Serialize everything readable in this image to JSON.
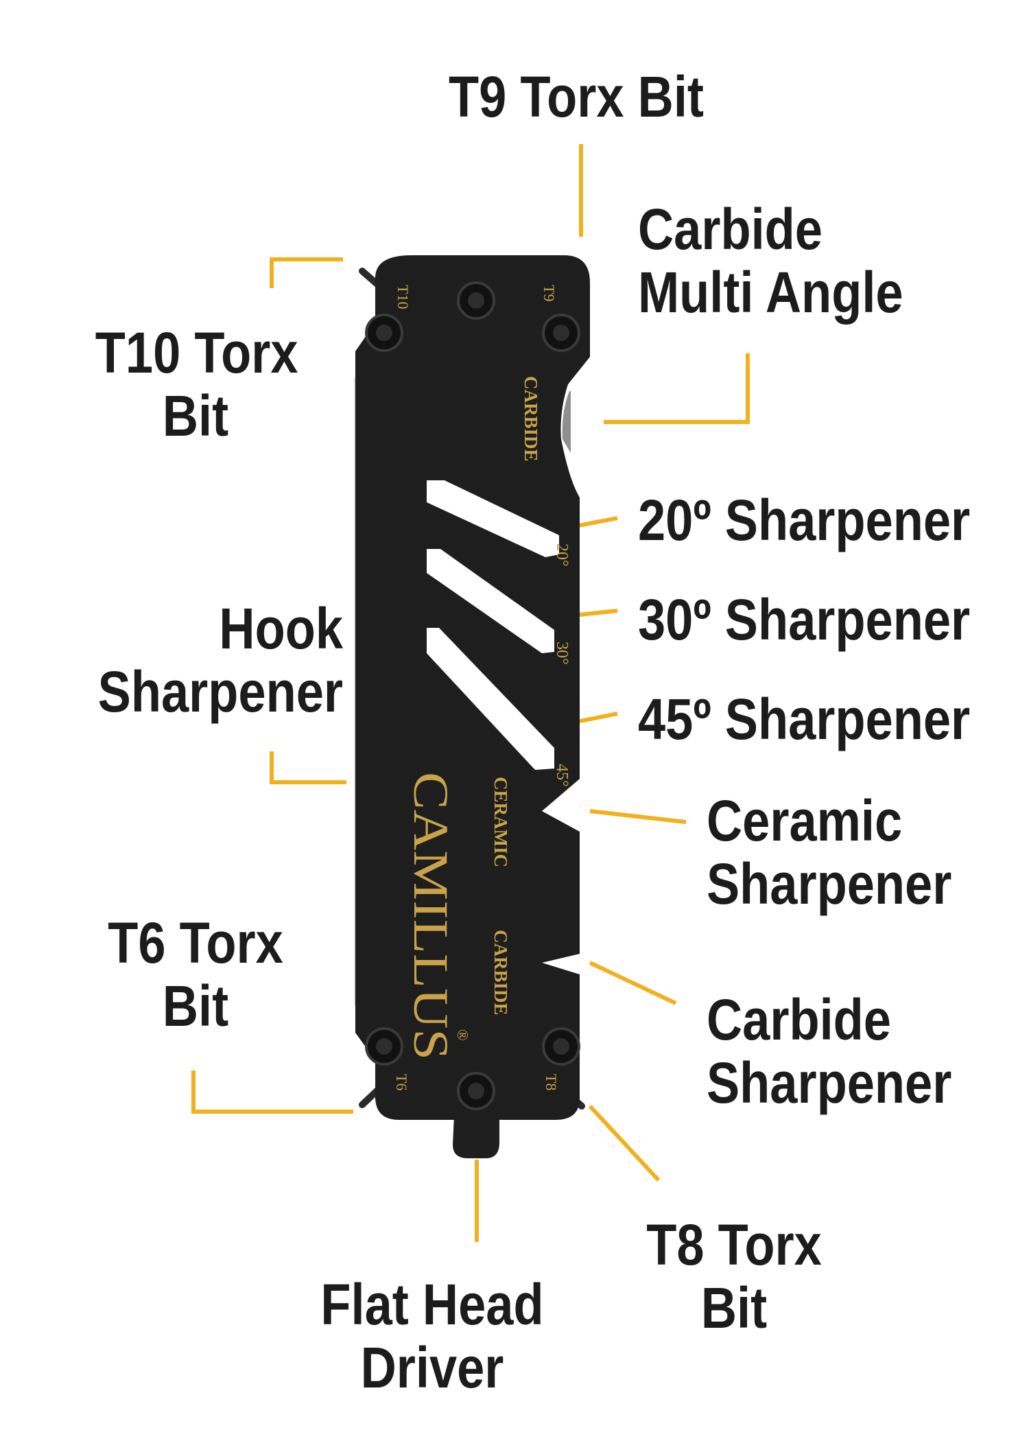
{
  "callouts": {
    "t9": [
      "T9 Torx Bit"
    ],
    "carbide_multi": [
      "Carbide",
      "Multi Angle"
    ],
    "t10": [
      "T10 Torx",
      "Bit"
    ],
    "s20": [
      "20º Sharpener"
    ],
    "s30": [
      "30º Sharpener"
    ],
    "hook": [
      "Hook",
      "Sharpener"
    ],
    "s45": [
      "45º Sharpener"
    ],
    "ceramic": [
      "Ceramic",
      "Sharpener"
    ],
    "t6": [
      "T6 Torx",
      "Bit"
    ],
    "carbide": [
      "Carbide",
      "Sharpener"
    ],
    "t8": [
      "T8 Torx",
      "Bit"
    ],
    "flat": [
      "Flat Head",
      "Driver"
    ]
  },
  "tool_markings": {
    "brand": "CAMILLUS",
    "registered": "®",
    "carbide_top": "CARBIDE",
    "deg20": "20°",
    "deg30": "30°",
    "deg45": "45°",
    "ceramic": "CERAMIC",
    "carbide_bottom": "CARBIDE",
    "t10": "T10",
    "t9": "T9",
    "t6": "T6",
    "t8": "T8"
  },
  "colors": {
    "leader": "#f2b01e",
    "body": "#1e1e1e",
    "gold_text": "#c9a24a",
    "label_text": "#1c1c1c",
    "ceramic_rod": "#f1f0ec"
  },
  "icons": [
    "torx-bit-icon",
    "screw-icon",
    "flat-head-driver-icon"
  ]
}
